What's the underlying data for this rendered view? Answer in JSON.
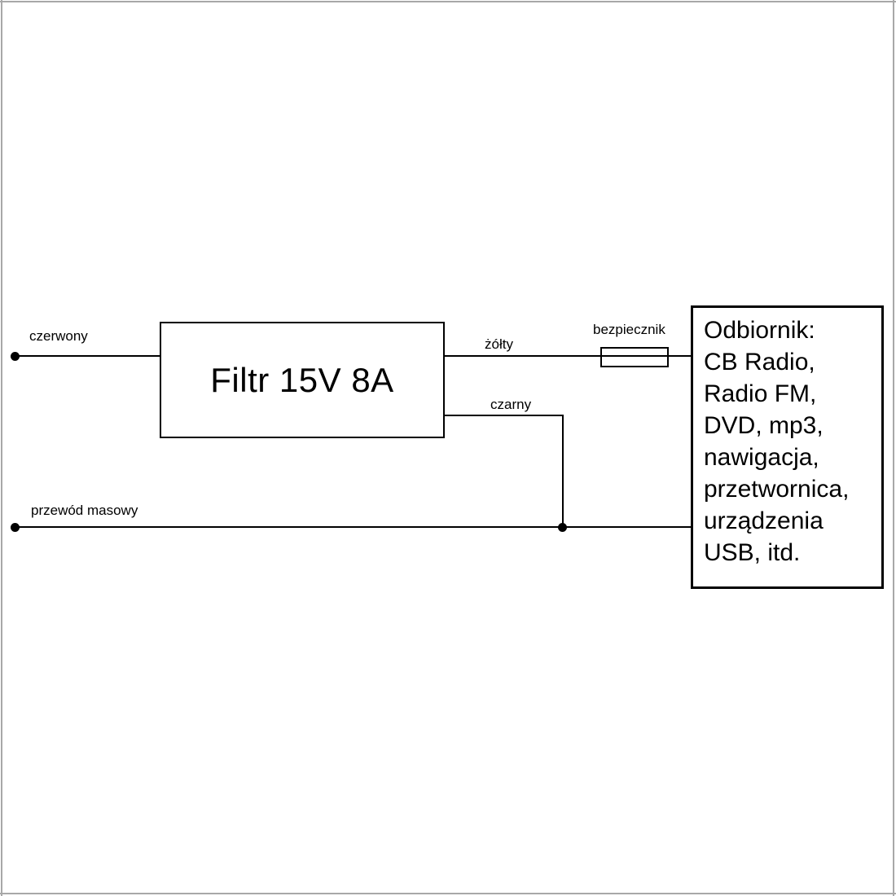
{
  "diagram": {
    "wire_labels": {
      "red": "czerwony",
      "ground": "przewód masowy",
      "yellow": "żółty",
      "black": "czarny",
      "fuse": "bezpiecznik"
    },
    "filter_box": {
      "label": "Filtr 15V 8A"
    },
    "receiver_box": {
      "lines": [
        "Odbiornik:",
        "CB Radio,",
        "Radio FM,",
        "DVD, mp3,",
        "nawigacja,",
        "przetwornica,",
        "urządzenia",
        "USB, itd."
      ]
    },
    "colors": {
      "line": "#000000",
      "background": "#ffffff",
      "frame": "#a8a8a8"
    }
  }
}
